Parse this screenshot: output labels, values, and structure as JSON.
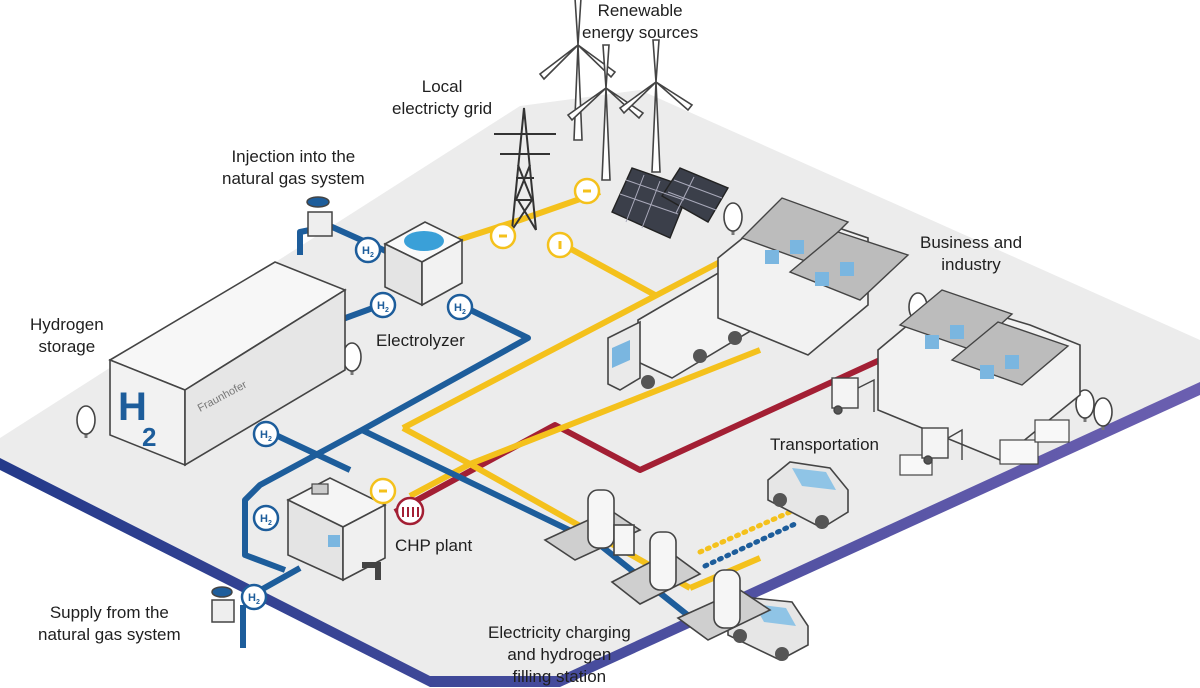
{
  "labels": {
    "renewable": [
      "Renewable",
      "energy sources"
    ],
    "grid": [
      "Local",
      "electricty grid"
    ],
    "injection": [
      "Injection into the",
      "natural gas system"
    ],
    "business": [
      "Business and",
      "industry"
    ],
    "storage": [
      "Hydrogen",
      "storage"
    ],
    "electrolyzer": "Electrolyzer",
    "transportation": "Transportation",
    "chp": "CHP plant",
    "supply": [
      "Supply from the",
      "natural gas system"
    ],
    "station": [
      "Electricity charging",
      "and hydrogen",
      "filling station"
    ]
  },
  "storage_tank": {
    "symbol": "H",
    "subscript": "2",
    "brand": "Fraunhofer"
  },
  "h2_badge": {
    "symbol": "H",
    "subscript": "2"
  },
  "colors": {
    "ground": "#ececec",
    "edge": "#3b4d9b",
    "hydrogen": "#1d5d9b",
    "electricity": "#f4c11c",
    "heat": "#a31f34",
    "outline": "#444444"
  },
  "icons": [
    "wind-turbine-icon",
    "solar-panel-icon",
    "power-pylon-icon",
    "electrolyzer-icon",
    "hydrogen-tank-icon",
    "gas-valve-icon",
    "chp-plant-icon",
    "truck-icon",
    "factory-icon",
    "forklift-icon",
    "car-icon",
    "charging-station-icon",
    "tree-icon",
    "plug-icon",
    "heat-icon"
  ]
}
